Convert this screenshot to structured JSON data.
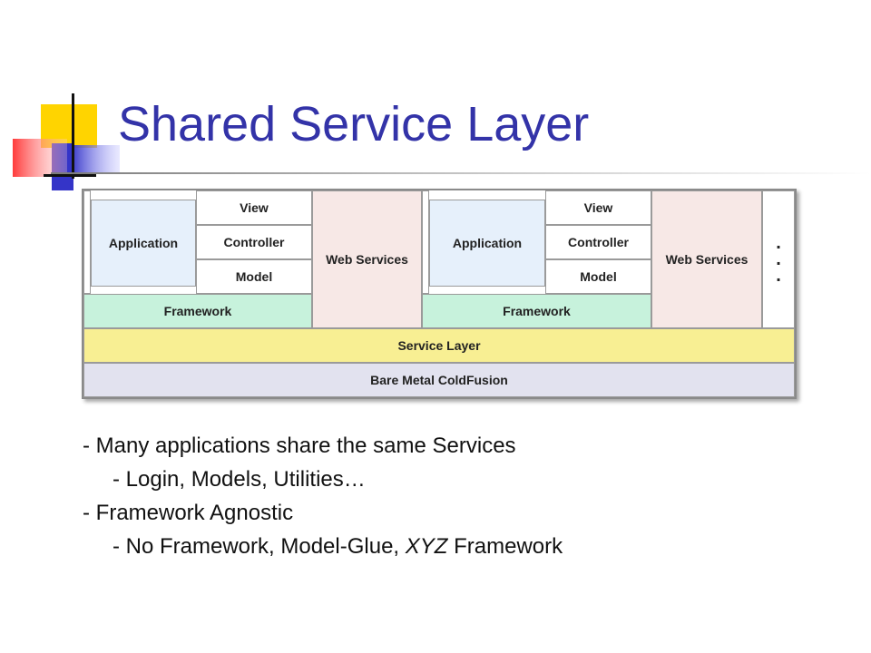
{
  "slide": {
    "title": "Shared Service Layer",
    "accent_colors": {
      "title": "#3333a8",
      "yellow": "#ffd200",
      "red": "#ff4d4d",
      "blue": "#3333cc"
    }
  },
  "diagram": {
    "stacks": [
      {
        "application": "Application",
        "view": "View",
        "controller": "Controller",
        "model": "Model",
        "framework": "Framework",
        "web_services": "Web Services"
      },
      {
        "application": "Application",
        "view": "View",
        "controller": "Controller",
        "model": "Model",
        "framework": "Framework",
        "web_services": "Web Services"
      }
    ],
    "more": ".",
    "service_layer": "Service Layer",
    "bare_metal": "Bare Metal ColdFusion",
    "colors": {
      "application": "#e6f0fb",
      "framework": "#c7f2dc",
      "web_services": "#f7e8e6",
      "service_layer": "#f8ef93",
      "bare_metal": "#e2e2ef"
    }
  },
  "bullets": {
    "b1": "- Many applications share the same Services",
    "b1_sub": "- Login, Models, Utilities…",
    "b2": "- Framework Agnostic",
    "b2_sub_prefix": "- No Framework, Model-Glue, ",
    "b2_sub_italic": "XYZ",
    "b2_sub_suffix": " Framework"
  }
}
